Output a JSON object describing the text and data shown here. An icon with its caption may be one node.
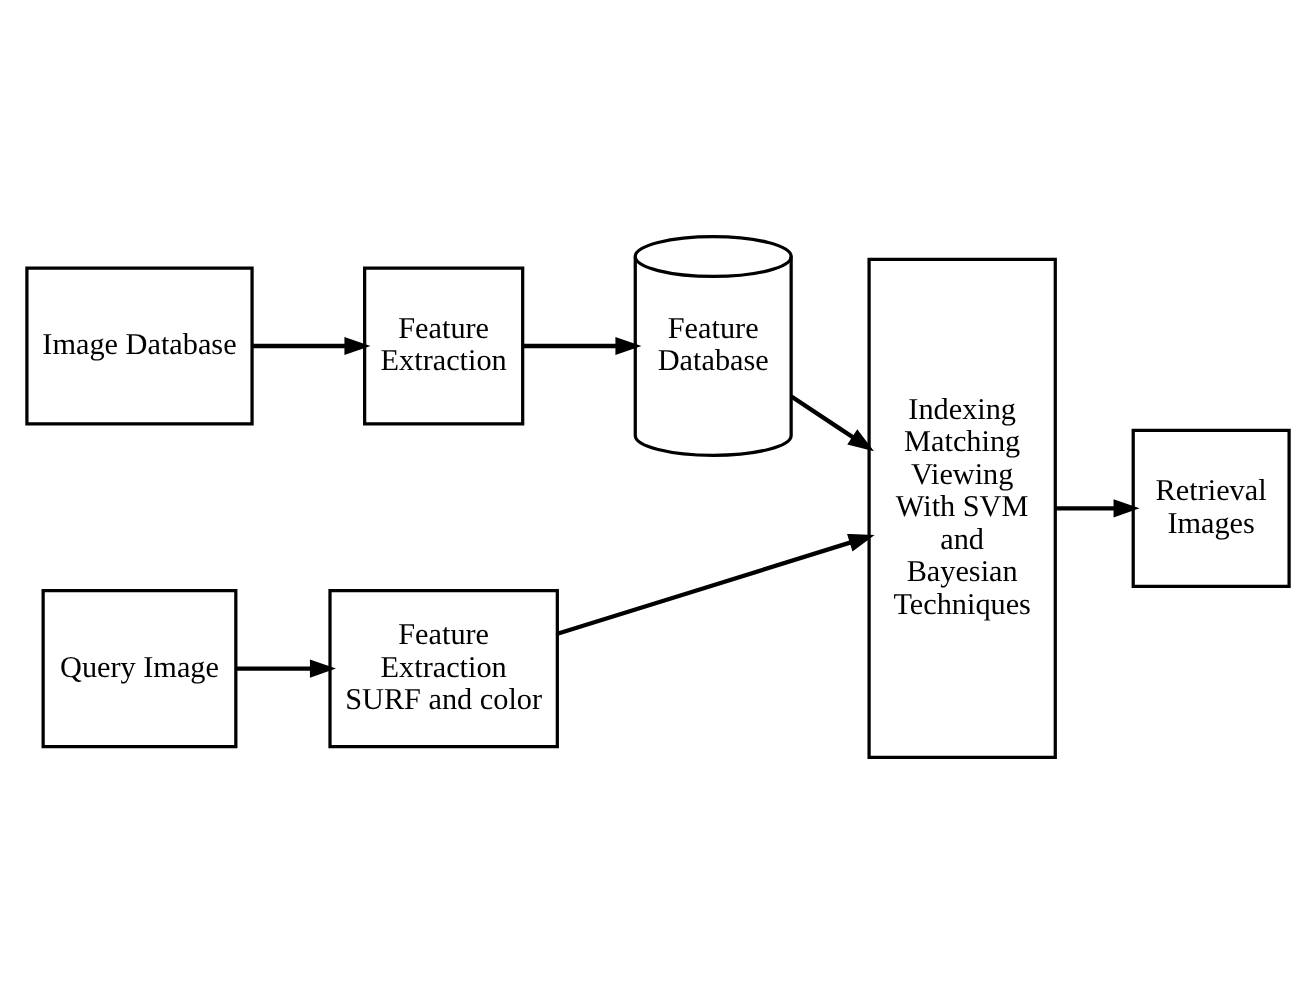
{
  "diagram": {
    "nodes": [
      {
        "text": [
          "Image Database"
        ]
      },
      {
        "text": [
          "Feature Extraction"
        ]
      },
      {
        "text": [
          "Feature Database"
        ]
      },
      {
        "text": [
          "Indexing Matching Viewing With SVM and Bayesian Techniques"
        ]
      },
      {
        "text": [
          "Retrieval Images"
        ]
      },
      {
        "text": [
          "Query Image"
        ]
      },
      {
        "text": [
          "Feature Extraction SURF and color"
        ]
      }
    ],
    "edges": [
      {
        "from": 0,
        "to": 1,
        "arrow": "to"
      },
      {
        "from": 1,
        "to": 2,
        "arrow": "to"
      },
      {
        "from": 2,
        "to": 3,
        "arrow": "to"
      },
      {
        "from": 5,
        "to": 6,
        "arrow": "to"
      },
      {
        "from": 6,
        "to": 3,
        "arrow": "to"
      },
      {
        "from": 3,
        "to": 4,
        "arrow": "to"
      }
    ]
  }
}
